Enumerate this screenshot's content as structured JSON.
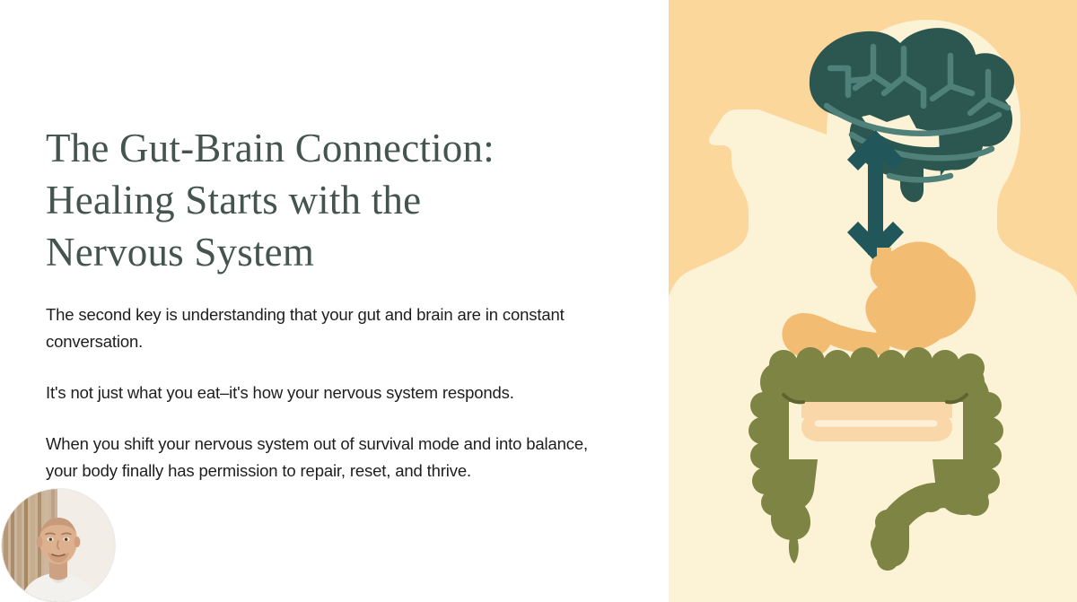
{
  "slide": {
    "title": "The Gut-Brain Connection:\nHealing Starts with the\nNervous System",
    "paragraphs": [
      "The second key is understanding that your gut and brain are in constant conversation.",
      "It's not just what you eat–it's how your nervous system responds.",
      "When you shift your nervous system out of survival mode and into balance, your body finally has permission to repair, reset, and thrive."
    ]
  },
  "illustration": {
    "name": "gut-brain-anatomy-diagram",
    "parts": {
      "background": "apricot panel",
      "body": "human torso silhouette, head in left profile",
      "brain": "brain",
      "arrow": "two-way vertical arrow between brain and stomach",
      "stomach": "stomach",
      "small_intestine": "small intestine",
      "large_intestine": "large intestine / colon"
    }
  },
  "webcam": {
    "label": "presenter webcam bubble",
    "subject": "presenter"
  },
  "colors": {
    "panel_background": "#FCD79C",
    "body_silhouette": "#FCF2D6",
    "brain_teal": "#2C5751",
    "brain_fold": "#4F807A",
    "arrow_teal": "#21565A",
    "stomach_orange": "#F3BC73",
    "small_intestine": "#FAD7A8",
    "colon_olive": "#7E8444",
    "title_text": "#44544E",
    "body_text": "#1E1E1E",
    "left_background": "#FFFFFF"
  }
}
